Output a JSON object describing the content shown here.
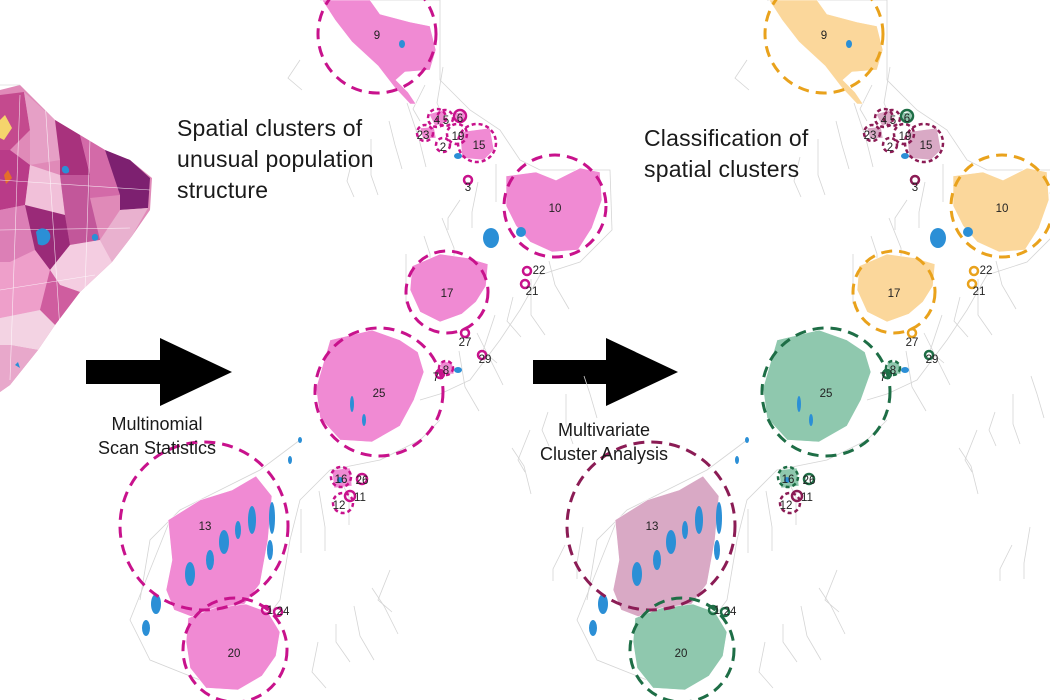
{
  "titles": {
    "left": [
      "Spatial clusters of",
      "unusual population",
      "structure"
    ],
    "right": [
      "Classification of",
      "spatial clusters"
    ]
  },
  "methods": {
    "first": [
      "Multinomial",
      "Scan Statistics"
    ],
    "second": [
      "Multivariate",
      "Cluster Analysis"
    ]
  },
  "colors": {
    "scan_clusters": "#c8128c",
    "scan_fill": "#f08ad3",
    "class_orange_stroke": "#e9a21c",
    "class_orange_fill": "#fbd79b",
    "class_purple_stroke": "#8b1c55",
    "class_purple_fill": "#d9a9c5",
    "class_green_stroke": "#1e6e46",
    "class_green_fill": "#8fc8ae",
    "lakes": "#2b8fd6",
    "arrows": "#000000"
  },
  "cluster_labels": [
    "9",
    "4",
    "5",
    "6",
    "23",
    "19",
    "2",
    "15",
    "3",
    "10",
    "22",
    "21",
    "17",
    "27",
    "8",
    "7",
    "29",
    "25",
    "16",
    "26",
    "11",
    "12",
    "13",
    "1",
    "24",
    "20"
  ],
  "classification": {
    "orange": [
      "9",
      "10",
      "17",
      "22",
      "21",
      "27"
    ],
    "purple": [
      "4",
      "5",
      "23",
      "19",
      "2",
      "15",
      "3",
      "13",
      "11",
      "12"
    ],
    "green": [
      "6",
      "25",
      "7",
      "8",
      "16",
      "26",
      "20",
      "1",
      "24",
      "29"
    ]
  }
}
